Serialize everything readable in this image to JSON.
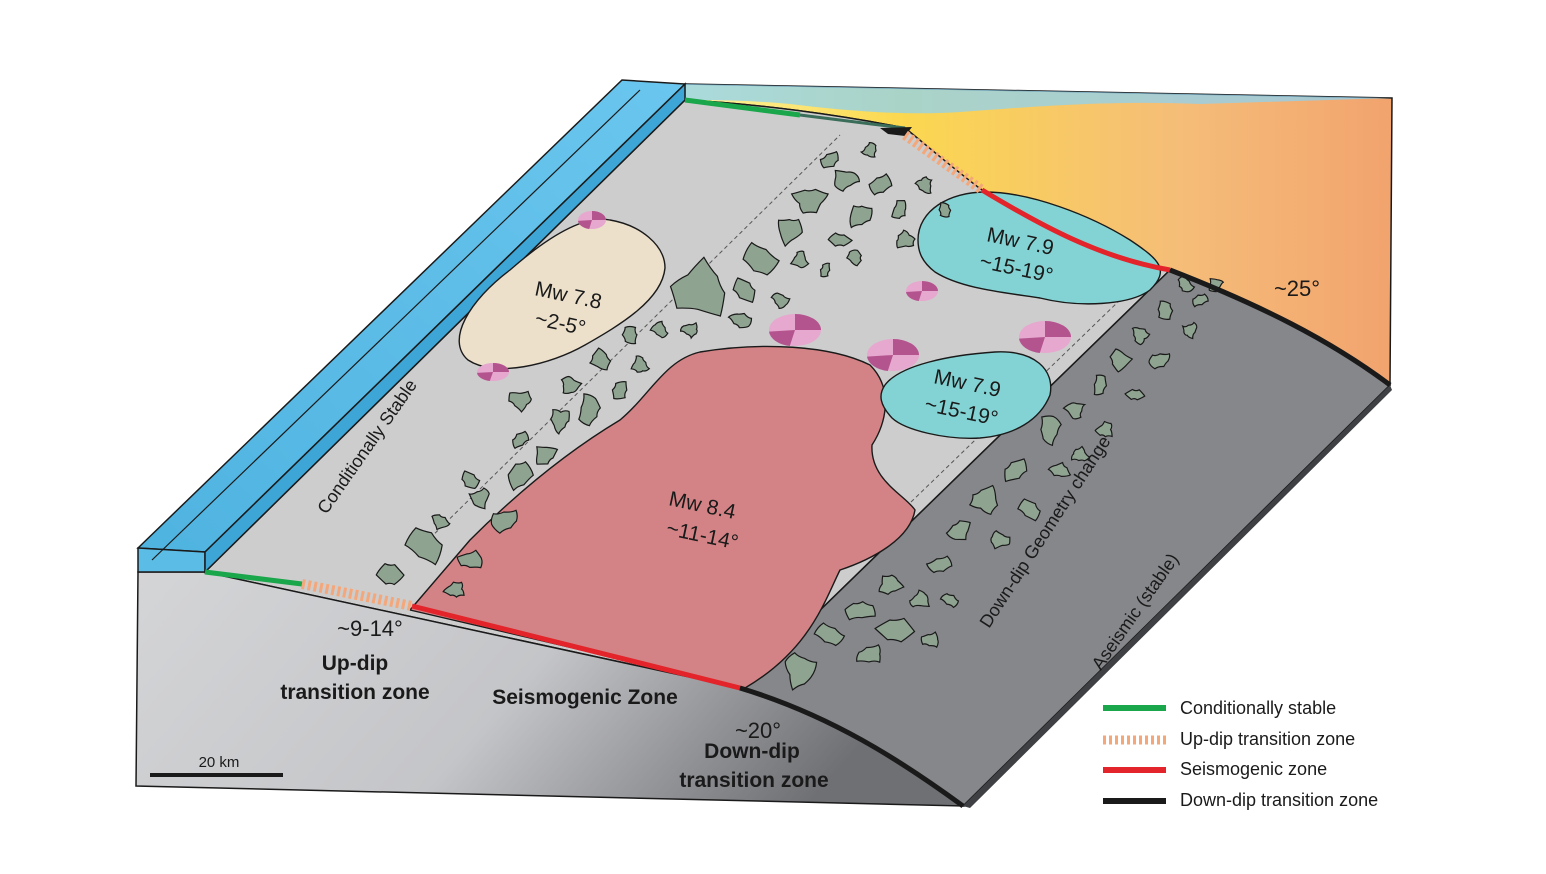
{
  "labels": {
    "conditionally_stable_slab": "Conditionally Stable",
    "geometry_change": "Down-dip Geometry change",
    "aseismic": "Aseismic (stable)",
    "updip_angle": "~9-14°",
    "updip_zone_line1": "Up-dip",
    "updip_zone_line2": "transition zone",
    "seismogenic_zone": "Seismogenic Zone",
    "downdip_angle": "~20°",
    "downdip_zone_line1": "Down-dip",
    "downdip_zone_line2": "transition zone",
    "deep_angle": "~25°"
  },
  "earthquakes": [
    {
      "magnitude": "Mw 7.8",
      "dip": "~2-5°"
    },
    {
      "magnitude": "Mw 8.4",
      "dip": "~11-14°"
    },
    {
      "magnitude": "Mw 7.9",
      "dip": "~15-19°"
    },
    {
      "magnitude": "Mw 7.9",
      "dip": "~15-19°"
    }
  ],
  "scale_bar": {
    "label": "20 km"
  },
  "legend": {
    "items": [
      {
        "label": "Conditionally stable",
        "color": "#1aa64a",
        "style": "solid"
      },
      {
        "label": "Up-dip transition zone",
        "color": "#f4a77a",
        "style": "dashed"
      },
      {
        "label": "Seismogenic zone",
        "color": "#e3242b",
        "style": "solid"
      },
      {
        "label": "Down-dip transition zone",
        "color": "#1a1a1a",
        "style": "solid"
      }
    ]
  },
  "colors": {
    "ocean": "#5bbde6",
    "slab_surface": "#cdcdcd",
    "downdip_band": "#86878b",
    "seismogenic_patch": "#d38385",
    "mw78_patch": "#ece0cb",
    "mw79_patch": "#84d3d4",
    "blocks": "#8fa391",
    "mechanisms": "#c978ad"
  }
}
